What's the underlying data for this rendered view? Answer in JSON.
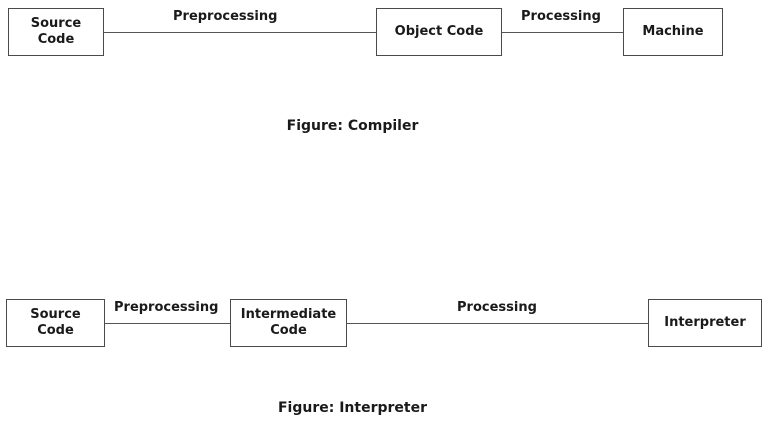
{
  "figures": [
    {
      "id": "compiler",
      "caption": "Figure: Compiler",
      "nodes": [
        {
          "id": "source-code-1",
          "label": "Source\nCode"
        },
        {
          "id": "object-code",
          "label": "Object Code"
        },
        {
          "id": "machine",
          "label": "Machine"
        }
      ],
      "edges": [
        {
          "id": "preprocessing-1",
          "label": "Preprocessing",
          "from": "source-code-1",
          "to": "object-code"
        },
        {
          "id": "processing-1",
          "label": "Processing",
          "from": "object-code",
          "to": "machine"
        }
      ]
    },
    {
      "id": "interpreter",
      "caption": "Figure: Interpreter",
      "nodes": [
        {
          "id": "source-code-2",
          "label": "Source\nCode"
        },
        {
          "id": "intermediate-code",
          "label": "Intermediate\nCode"
        },
        {
          "id": "interpreter",
          "label": "Interpreter"
        }
      ],
      "edges": [
        {
          "id": "preprocessing-2",
          "label": "Preprocessing",
          "from": "source-code-2",
          "to": "intermediate-code"
        },
        {
          "id": "processing-2",
          "label": "Processing",
          "from": "intermediate-code",
          "to": "interpreter"
        }
      ]
    }
  ],
  "colors": {
    "background": "#ffffff",
    "node_border": "#4a4a4a",
    "edge_line": "#555555",
    "text": "#1a1a1a"
  }
}
